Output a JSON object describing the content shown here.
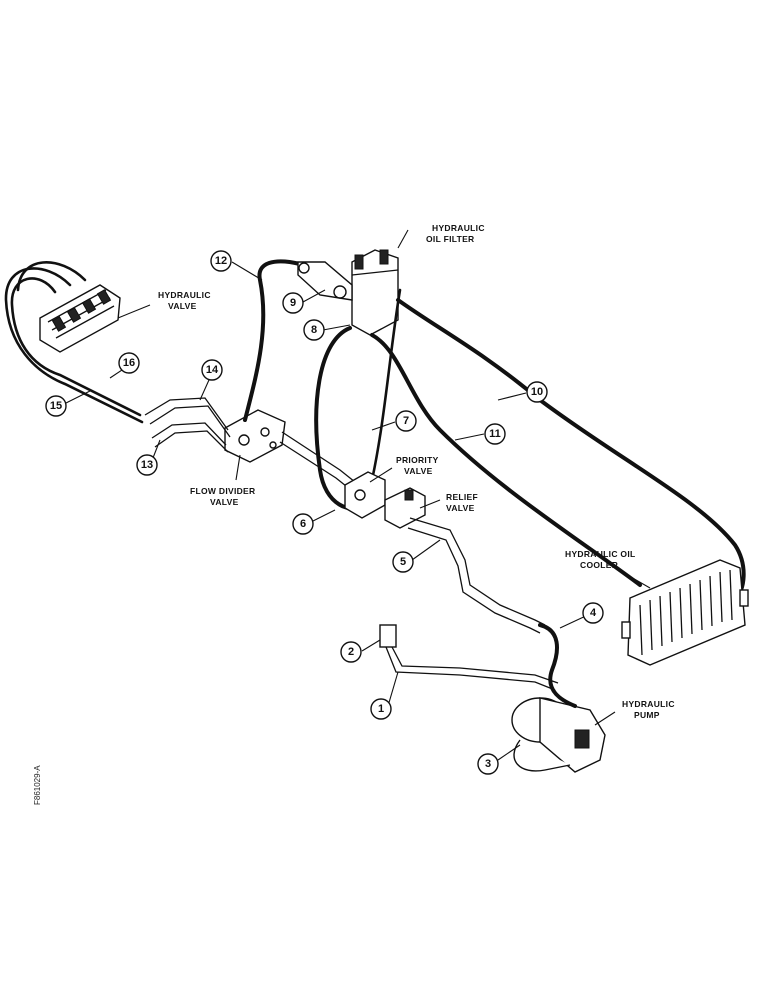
{
  "labels": {
    "hydraulic_oil_filter": [
      "HYDRAULIC",
      "OIL FILTER"
    ],
    "hydraulic_valve": [
      "HYDRAULIC",
      "VALVE"
    ],
    "flow_divider_valve": [
      "FLOW DIVIDER",
      "VALVE"
    ],
    "priority_valve": [
      "PRIORITY",
      "VALVE"
    ],
    "relief_valve": [
      "RELIEF",
      "VALVE"
    ],
    "hydraulic_oil_cooler": [
      "HYDRAULIC OIL",
      "COOLER"
    ],
    "hydraulic_pump": [
      "HYDRAULIC",
      "PUMP"
    ]
  },
  "callouts": [
    "1",
    "2",
    "3",
    "4",
    "5",
    "6",
    "7",
    "8",
    "9",
    "10",
    "11",
    "12",
    "13",
    "14",
    "15",
    "16"
  ],
  "figure_id": "F861029-A",
  "colors": {
    "ink": "#111111",
    "paper": "#ffffff"
  }
}
